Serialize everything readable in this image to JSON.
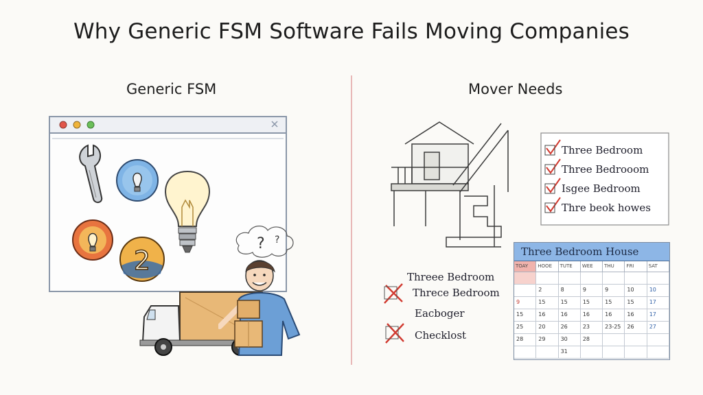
{
  "title": "Why Generic FSM Software Fails Moving Companies",
  "left": {
    "heading": "Generic FSM",
    "window_icons": [
      "wrench-icon",
      "bulb-badge-icon",
      "lightbulb-icon",
      "bulb-badge-icon",
      "question-badge-icon"
    ],
    "scene": [
      "confused-mover",
      "moving-truck",
      "boxes"
    ]
  },
  "right": {
    "heading": "Mover Needs",
    "checklist": [
      "Three Bedroom",
      "Three Bedrooom",
      "Isgee Bedroom",
      "Thre beok howes"
    ],
    "bottom_list": {
      "line1": "Threee Bedroom",
      "line2": "Threce Bedroom",
      "line3": "Eacboger",
      "line4": "Checklost"
    },
    "calendar": {
      "title": "Three Bedroom  House",
      "headers": [
        "TOAY",
        "HOOE",
        "TUTE",
        "WEE",
        "THU",
        "FRI",
        "SAT"
      ],
      "rows": [
        [
          "",
          "",
          "",
          "",
          "",
          "",
          ""
        ],
        [
          "",
          "2",
          "8",
          "9",
          "9",
          "10",
          "10"
        ],
        [
          "9",
          "15",
          "15",
          "15",
          "15",
          "15",
          "17"
        ],
        [
          "15",
          "16",
          "16",
          "16",
          "16",
          "16",
          "17"
        ],
        [
          "25",
          "20",
          "26",
          "23",
          "23-25",
          "26",
          "27"
        ],
        [
          "28",
          "29",
          "30",
          "28",
          "",
          "",
          ""
        ],
        [
          "",
          "",
          "31",
          "",
          "",
          "",
          ""
        ]
      ]
    }
  },
  "colors": {
    "divider": "#e3a8a8",
    "check_red": "#d13a30",
    "calendar_header": "#8db6e6",
    "truck_box": "#e8b877"
  }
}
